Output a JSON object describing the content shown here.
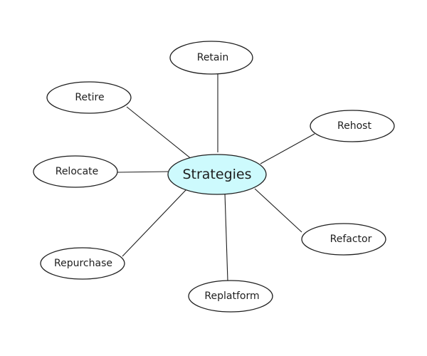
{
  "diagram": {
    "center": {
      "label": "Strategies",
      "fill": "#cdfafd"
    },
    "nodes": [
      {
        "id": "retain",
        "label": "Retain"
      },
      {
        "id": "retire",
        "label": "Retire"
      },
      {
        "id": "rehost",
        "label": "Rehost"
      },
      {
        "id": "relocate",
        "label": "Relocate"
      },
      {
        "id": "refactor",
        "label": "Refactor"
      },
      {
        "id": "repurchase",
        "label": "Repurchase"
      },
      {
        "id": "replatform",
        "label": "Replatform"
      }
    ],
    "stroke_color": "#1e1e1e"
  }
}
